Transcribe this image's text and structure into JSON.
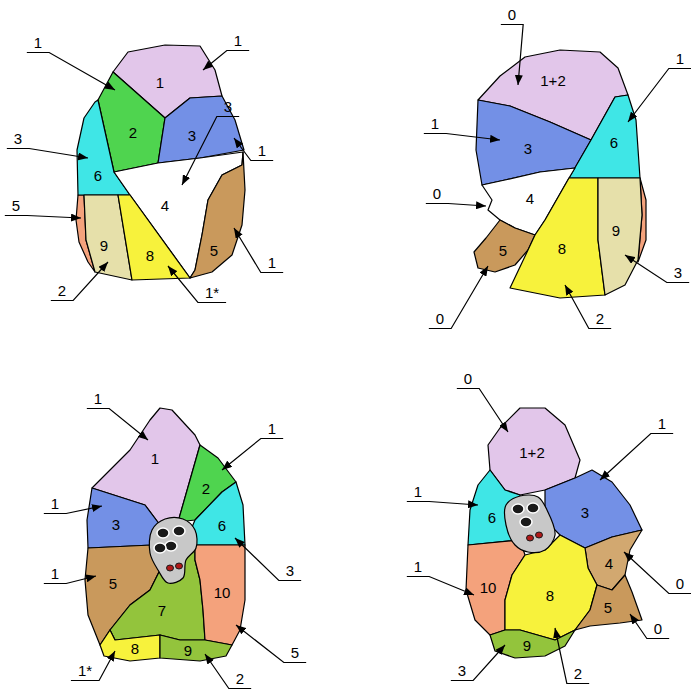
{
  "diagram": {
    "nodes": [
      {
        "text": [
          "1"
        ]
      },
      {
        "text": [
          "2"
        ]
      },
      {
        "text": [
          "3"
        ]
      },
      {
        "text": [
          "6"
        ]
      },
      {
        "text": [
          "4"
        ]
      },
      {
        "text": [
          "9"
        ]
      },
      {
        "text": [
          "8"
        ]
      },
      {
        "text": [
          "5"
        ]
      },
      {
        "text": [
          "1+2"
        ]
      },
      {
        "text": [
          "3"
        ]
      },
      {
        "text": [
          "6"
        ]
      },
      {
        "text": [
          "4"
        ]
      },
      {
        "text": [
          "5"
        ]
      },
      {
        "text": [
          "8"
        ]
      },
      {
        "text": [
          "9"
        ]
      },
      {
        "text": [
          "1"
        ]
      },
      {
        "text": [
          "2"
        ]
      },
      {
        "text": [
          "6"
        ]
      },
      {
        "text": [
          "3"
        ]
      },
      {
        "text": [
          "5"
        ]
      },
      {
        "text": [
          "7"
        ]
      },
      {
        "text": [
          "10"
        ]
      },
      {
        "text": [
          "8"
        ]
      },
      {
        "text": [
          "9"
        ]
      },
      {
        "text": [
          "1+2"
        ]
      },
      {
        "text": [
          "6"
        ]
      },
      {
        "text": [
          "3"
        ]
      },
      {
        "text": [
          "4"
        ]
      },
      {
        "text": [
          "10"
        ]
      },
      {
        "text": [
          "8"
        ]
      },
      {
        "text": [
          "5"
        ]
      },
      {
        "text": [
          "9"
        ]
      }
    ],
    "labels": [
      "1",
      "1",
      "3",
      "3",
      "1",
      "5",
      "2",
      "1*",
      "1",
      "0",
      "1",
      "1",
      "0",
      "0",
      "2",
      "3",
      "1",
      "1",
      "1",
      "3",
      "1",
      "5",
      "1*",
      "2",
      "0",
      "1",
      "1",
      "0",
      "1",
      "0",
      "3",
      "2"
    ]
  }
}
